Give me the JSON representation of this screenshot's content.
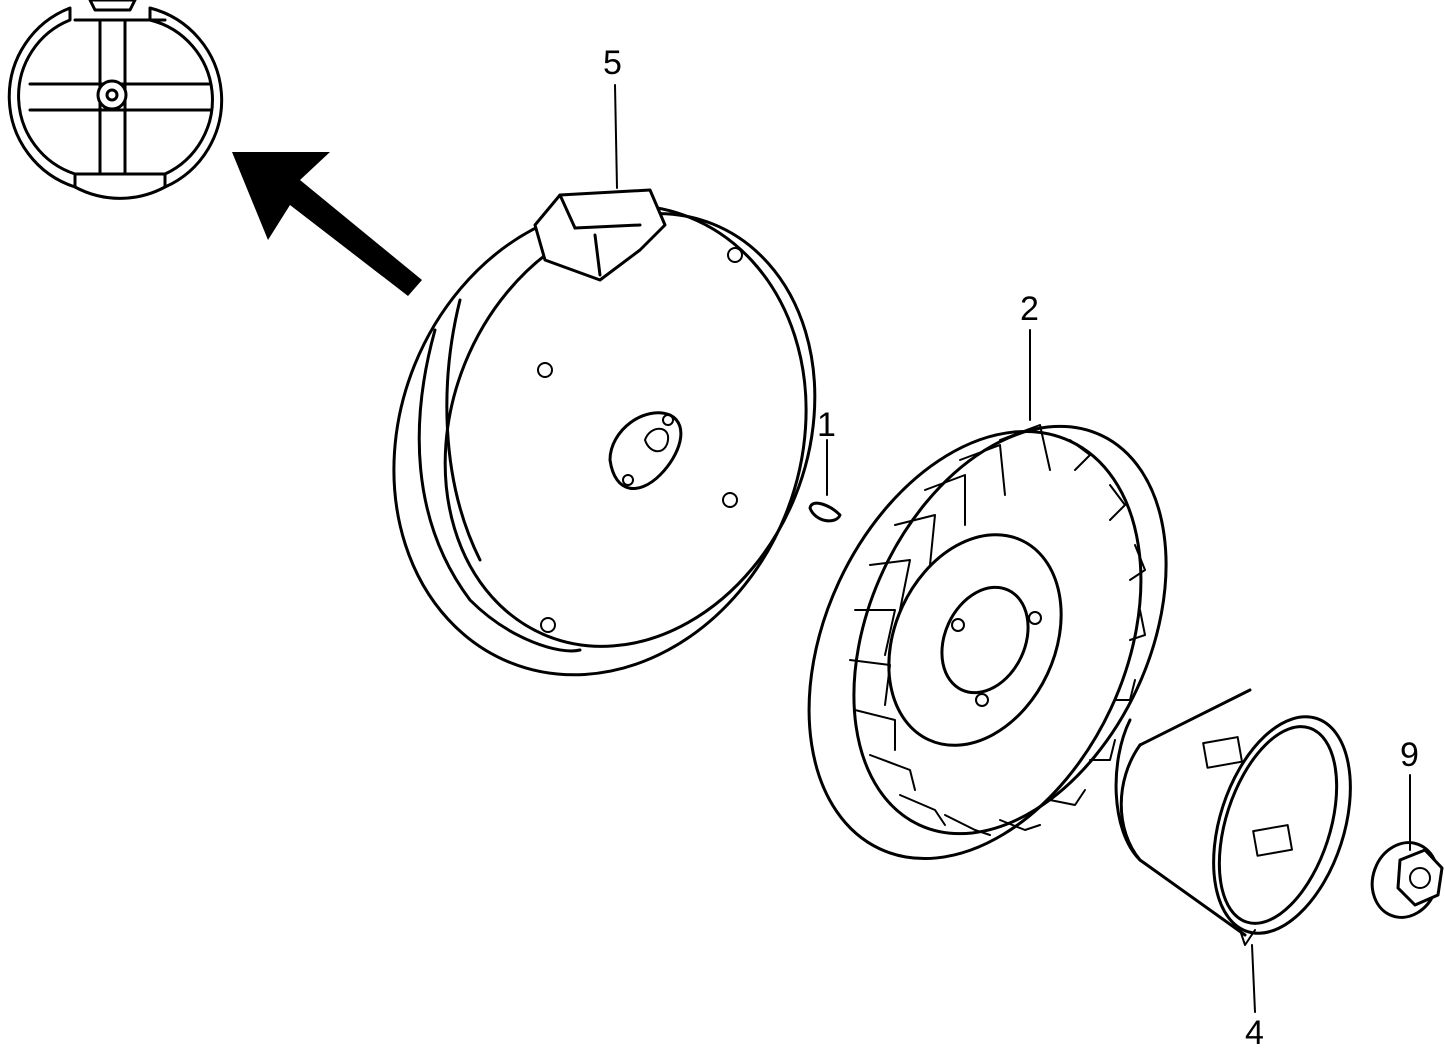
{
  "diagram": {
    "callouts": [
      {
        "id": "callout-5",
        "label": "5"
      },
      {
        "id": "callout-2",
        "label": "2"
      },
      {
        "id": "callout-1",
        "label": "1"
      },
      {
        "id": "callout-9",
        "label": "9"
      },
      {
        "id": "callout-4",
        "label": "4"
      }
    ],
    "icons": [
      "detail-view-icon",
      "direction-arrow-icon"
    ],
    "colors": {
      "line": "#000000",
      "background": "#ffffff"
    }
  }
}
